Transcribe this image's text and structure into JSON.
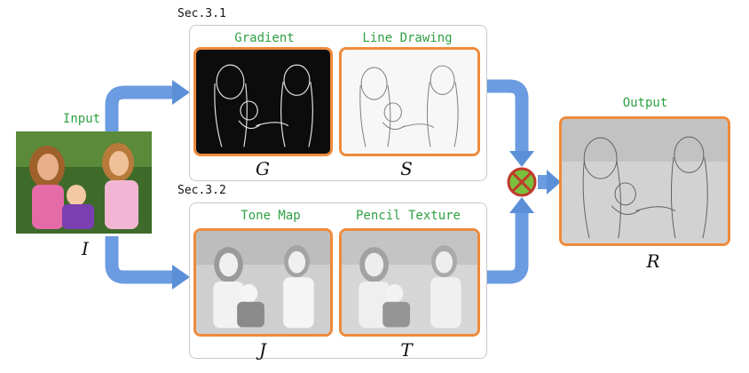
{
  "sections": {
    "sec1": "Sec.3.1",
    "sec2": "Sec.3.2"
  },
  "labels": {
    "input": "Input",
    "gradient": "Gradient",
    "line_drawing": "Line Drawing",
    "tone_map": "Tone Map",
    "pencil_texture": "Pencil Texture",
    "output": "Output"
  },
  "symbols": {
    "I": "I",
    "G": "G",
    "S": "S",
    "J": "J",
    "T": "T",
    "R": "R"
  },
  "colors": {
    "accent_orange": "#ef8a3a",
    "arrow_blue": "#5b8fd8",
    "label_green": "#2ea043",
    "multiply_fill": "#7bbf3e",
    "multiply_ring": "#c0392b"
  },
  "operator_icon": "multiply-circle-icon"
}
